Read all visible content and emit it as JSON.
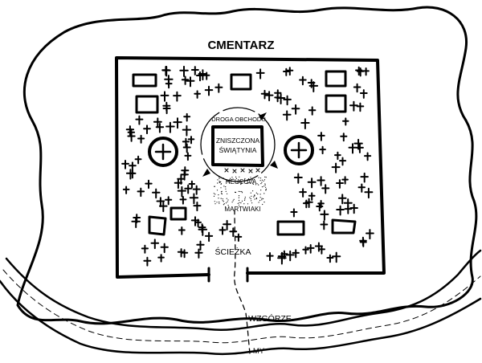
{
  "map": {
    "title": "CMENTARZ",
    "labels": {
      "patrol_road": "DROGA OBCHODU",
      "temple_line1": "ZNISZCZONA",
      "temple_line2": "ŚWIĄTYNIA",
      "heucuva": "HEUCUVA",
      "zombies": "MARTWIAKI",
      "path": "ŚCIEŻKA",
      "hill": "WZGÓRZE",
      "us": "MY"
    },
    "colors": {
      "ink": "#000000",
      "paper": "#ffffff"
    }
  }
}
